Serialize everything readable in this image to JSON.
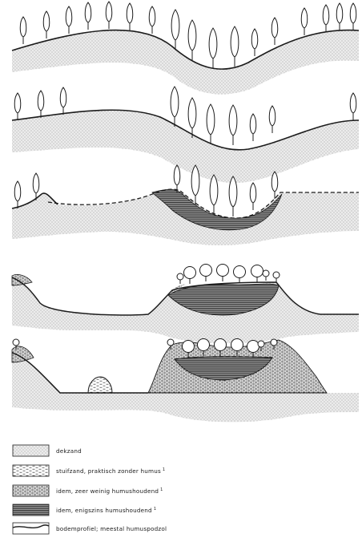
{
  "figure": {
    "panels": [
      {
        "id": "panel-1"
      },
      {
        "id": "panel-2"
      },
      {
        "id": "panel-3"
      },
      {
        "id": "panel-4"
      },
      {
        "id": "panel-5"
      }
    ]
  },
  "legend": {
    "items": [
      {
        "pattern": "dekzand-fill",
        "label": "dekzand",
        "sup": ""
      },
      {
        "pattern": "stuifzand-fill",
        "label": "stuifzand, praktisch zonder humus",
        "sup": "1"
      },
      {
        "pattern": "weinig-fill",
        "label": "idem, zeer weinig humushoudend",
        "sup": "1"
      },
      {
        "pattern": "enigszins-fill",
        "label": "idem, enigszins humushoudend",
        "sup": "1"
      },
      {
        "pattern": "profile-line",
        "label": "bodemprofiel; meestal humuspodzol",
        "sup": ""
      }
    ]
  },
  "colors": {
    "ink": "#1c1c1c",
    "sand": "#e6e6e6",
    "background": "#ffffff"
  }
}
